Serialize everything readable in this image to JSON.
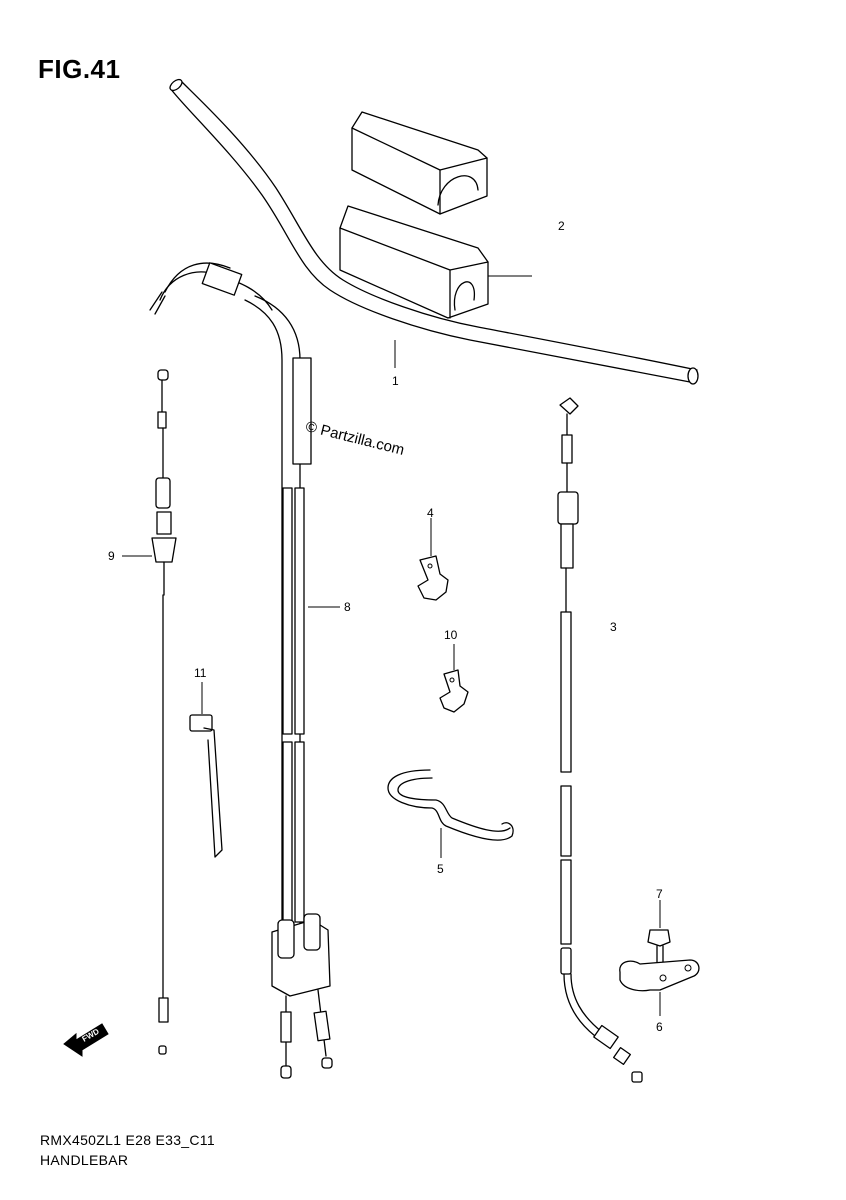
{
  "figure": {
    "title": "FIG.41",
    "watermark": "© Partzilla.com",
    "model_code": "RMX450ZL1 E28 E33_C11",
    "section_name": "HANDLEBAR",
    "forward_arrow_label": "FWD"
  },
  "callouts": [
    {
      "id": "1",
      "label": "1"
    },
    {
      "id": "2",
      "label": "2"
    },
    {
      "id": "3",
      "label": "3"
    },
    {
      "id": "4",
      "label": "4"
    },
    {
      "id": "5",
      "label": "5"
    },
    {
      "id": "6",
      "label": "6"
    },
    {
      "id": "7",
      "label": "7"
    },
    {
      "id": "8",
      "label": "8"
    },
    {
      "id": "9",
      "label": "9"
    },
    {
      "id": "10",
      "label": "10"
    },
    {
      "id": "11",
      "label": "11"
    }
  ]
}
